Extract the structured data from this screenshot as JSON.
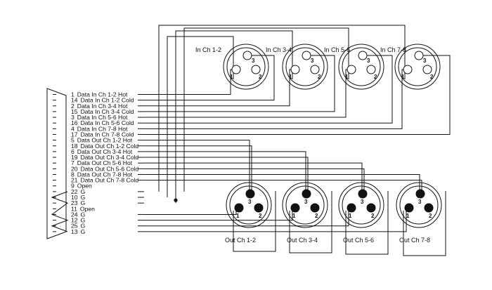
{
  "db25_pins": [
    {
      "num": "1",
      "desc": "Data In Ch 1-2 Hot"
    },
    {
      "num": "14",
      "desc": "Data In Ch 1-2 Cold"
    },
    {
      "num": "2",
      "desc": "Data In Ch 3-4 Hot"
    },
    {
      "num": "15",
      "desc": "Data In Ch 3-4 Cold"
    },
    {
      "num": "3",
      "desc": "Data In Ch 5-6 Hot"
    },
    {
      "num": "16",
      "desc": "Data In Ch 5-6 Cold"
    },
    {
      "num": "4",
      "desc": "Data In Ch 7-8 Hot"
    },
    {
      "num": "17",
      "desc": "Data In Ch 7-8 Cold"
    },
    {
      "num": "5",
      "desc": "Data Out Ch 1-2 Hot"
    },
    {
      "num": "18",
      "desc": "Data Out Ch 1-2 Cold"
    },
    {
      "num": "6",
      "desc": "Data Out Ch 3-4 Hot"
    },
    {
      "num": "19",
      "desc": "Data Out Ch 3-4 Cold"
    },
    {
      "num": "7",
      "desc": "Data Out Ch 5-6 Hot"
    },
    {
      "num": "20",
      "desc": "Data Out Ch 5-6 Cold"
    },
    {
      "num": "8",
      "desc": "Data Out Ch 7-8 Hot"
    },
    {
      "num": "21",
      "desc": "Data Out Ch 7-8 Cold"
    },
    {
      "num": "9",
      "desc": "Open"
    },
    {
      "num": "22",
      "desc": "G"
    },
    {
      "num": "10",
      "desc": "G"
    },
    {
      "num": "23",
      "desc": "G"
    },
    {
      "num": "11",
      "desc": "Open"
    },
    {
      "num": "24",
      "desc": "G"
    },
    {
      "num": "12",
      "desc": "G"
    },
    {
      "num": "25",
      "desc": "G"
    },
    {
      "num": "13",
      "desc": "G"
    }
  ],
  "in_connectors": [
    "In Ch 1-2",
    "In Ch 3-4",
    "In Ch 5-6",
    "In Ch 7-8"
  ],
  "out_connectors": [
    "Out Ch 1-2",
    "Out Ch 3-4",
    "Out Ch 5-6",
    "Out Ch 7-8"
  ],
  "pin_numbers": {
    "p1": "1",
    "p2": "2",
    "p3": "3"
  }
}
